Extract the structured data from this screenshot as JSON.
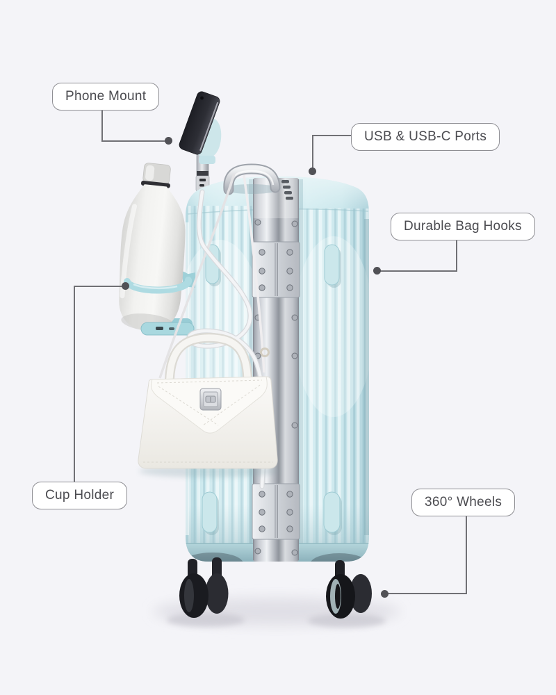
{
  "callouts": [
    {
      "id": "phone-mount",
      "label": "Phone Mount"
    },
    {
      "id": "usb-ports",
      "label": "USB & USB-C Ports"
    },
    {
      "id": "bag-hooks",
      "label": "Durable Bag Hooks"
    },
    {
      "id": "cup-holder",
      "label": "Cup Holder"
    },
    {
      "id": "wheels",
      "label": "360° Wheels"
    }
  ],
  "colors": {
    "background": "#f4f4f8",
    "label_bg": "#ffffff",
    "label_border": "#8e8e93",
    "label_text": "#4b4b50",
    "line": "#707075",
    "dot": "#515156",
    "suitcase_blue": "#cfe9ee",
    "suitcase_shadow_blue": "#9fc6cf",
    "holder_accent": "#a9d8df",
    "frame_silver": "#c9ccd3",
    "bottle_white": "#efefed",
    "bag_white": "#f5f4f1",
    "wheel_black": "#1b1c21"
  }
}
